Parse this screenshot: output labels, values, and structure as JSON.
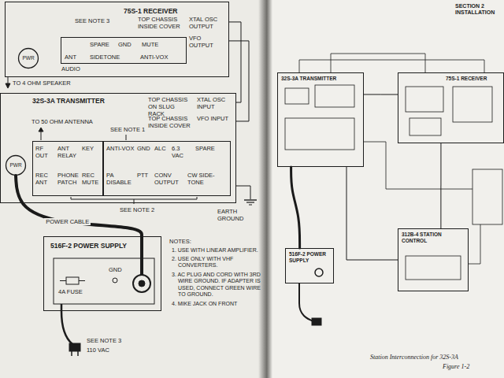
{
  "diagram": {
    "caption": "Station Interconnection for 32S-3A",
    "nodes": [
      {
        "text": [
          "75S-1 RECEIVER"
        ]
      },
      {
        "text": [
          "PWR"
        ],
        "in": 0
      },
      {
        "text": [
          "ANT",
          "SPARE",
          "GND",
          "MUTE",
          "SIDETONE",
          "ANTI-VOX"
        ],
        "in": 0
      },
      {
        "text": [
          "32S-3A TRANSMITTER"
        ]
      },
      {
        "text": [
          "PWR"
        ],
        "in": 3
      },
      {
        "text": [
          "RF OUT",
          "ANT RELAY",
          "KEY",
          "REC ANT",
          "PHONE PATCH",
          "REC MUTE"
        ],
        "in": 3
      },
      {
        "text": [
          "ANTI-VOX",
          "GND",
          "ALC",
          "6.3 VAC",
          "SPARE",
          "PA DISABLE",
          "PTT",
          "CONV OUTPUT",
          "CW SIDE-TONE"
        ],
        "in": 3
      },
      {
        "text": [
          "516F-2 POWER SUPPLY"
        ]
      },
      {
        "text": [
          "32S-3A TRANSMITTER"
        ]
      },
      {
        "text": [
          "75S-1 RECEIVER"
        ]
      },
      {
        "text": [
          "516F-2 POWER SUPPLY"
        ]
      },
      {
        "text": [
          "312B-4 STATION CONTROL"
        ]
      }
    ],
    "edges": [
      {
        "from": 7,
        "to": 4,
        "label": "POWER CABLE",
        "arrow": "none"
      },
      {
        "from": 0,
        "to": 3,
        "arrow": "none"
      },
      {
        "from": 0,
        "to": 3,
        "arrow": "none"
      },
      {
        "from": 10,
        "to": 8,
        "arrow": "none"
      },
      {
        "from": 8,
        "to": 9,
        "arrow": "none"
      },
      {
        "from": 11,
        "to": 8,
        "arrow": "none"
      },
      {
        "from": 11,
        "to": 9,
        "arrow": "none"
      }
    ],
    "labels": [
      "SECTION 2 INSTALLATION",
      "SEE NOTE 3",
      "TOP CHASSIS INSIDE COVER",
      "XTAL OSC OUTPUT",
      "VFO OUTPUT",
      "AUDIO",
      "TO 4 OHM SPEAKER",
      "TO 50 OHM ANTENNA",
      "SEE NOTE 1",
      "TOP CHASSIS ON SLUG RACK",
      "XTAL OSC INPUT",
      "TOP CHASSIS INSIDE COVER",
      "VFO INPUT",
      "SEE NOTE 2",
      "EARTH GROUND",
      "4A FUSE",
      "GND",
      "SEE NOTE 3",
      "110 VAC",
      "NOTES:",
      "1. USE WITH LINEAR AMPLIFIER.",
      "2. USE ONLY WITH VHF CONVERTERS.",
      "3. AC PLUG AND CORD WITH 3RD WIRE GROUND. IF ADAPTER IS USED, CONNECT GREEN WIRE TO GROUND.",
      "4. MIKE JACK ON FRONT",
      "Figure 1-2"
    ]
  }
}
